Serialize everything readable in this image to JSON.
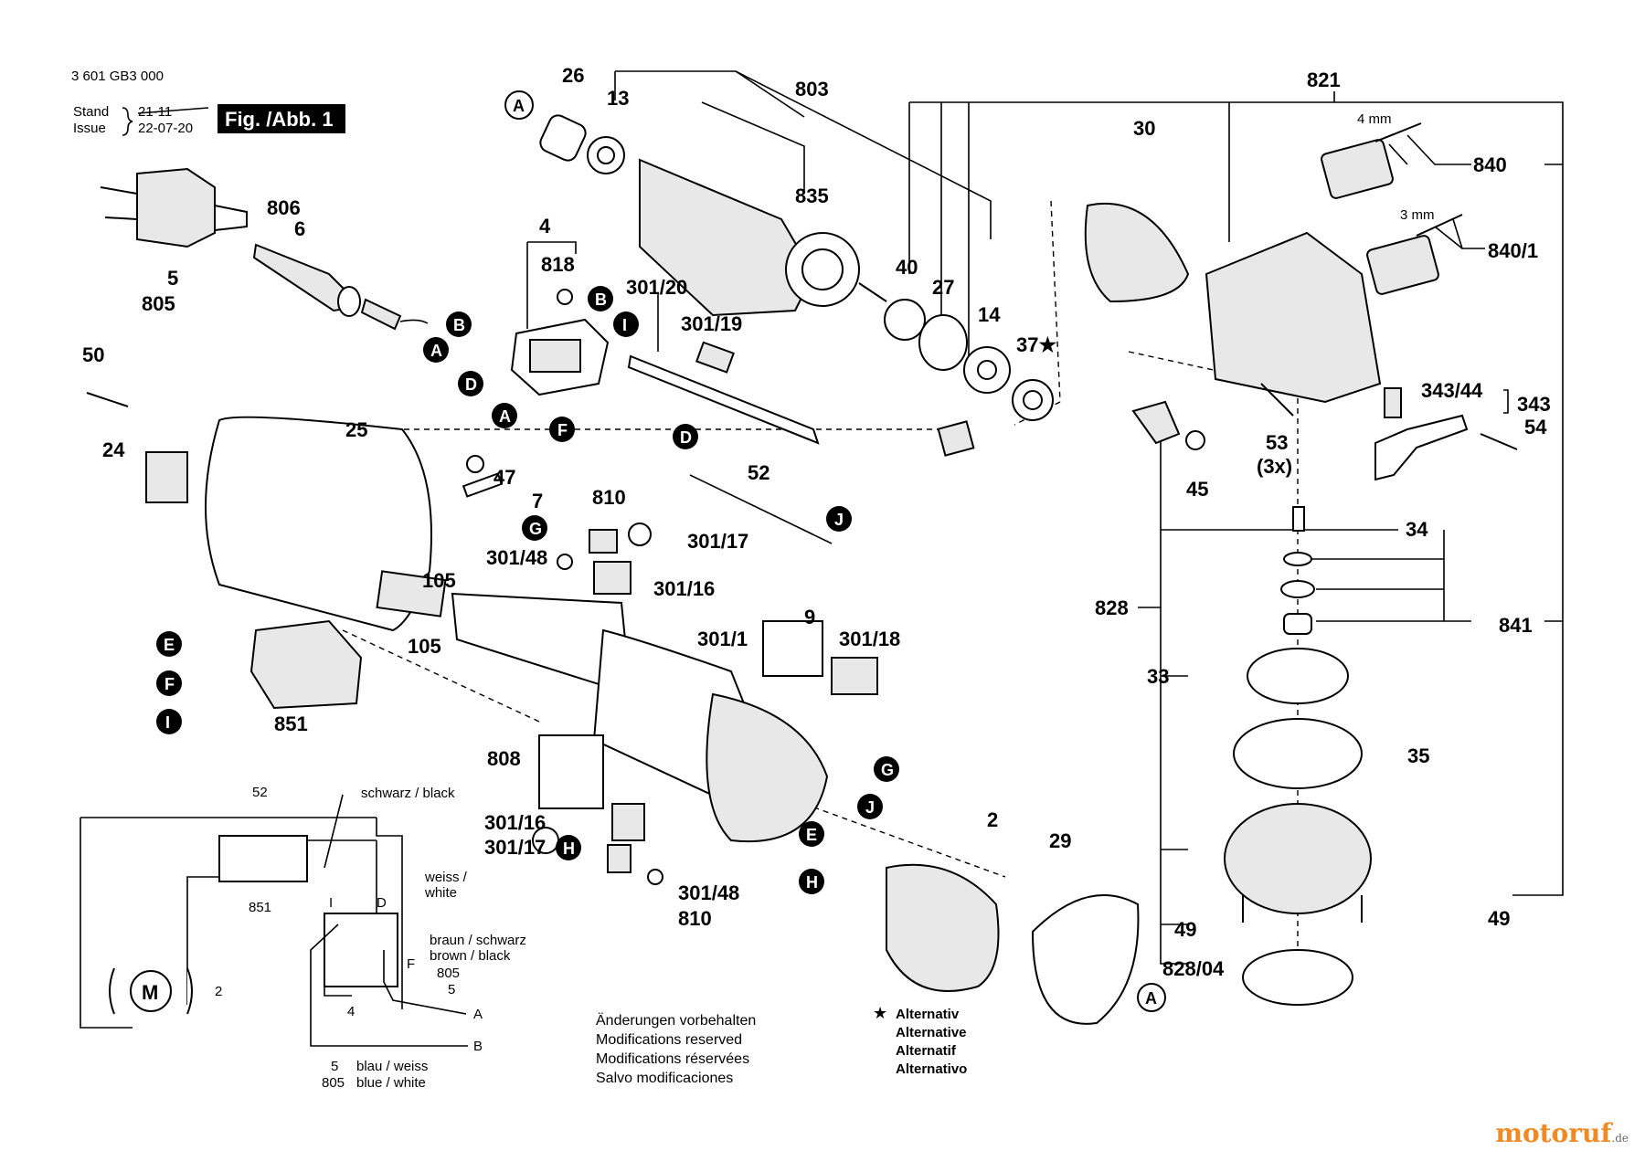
{
  "header": {
    "doc_number": "3 601 GB3 000",
    "stand_label": "Stand",
    "issue_label": "Issue",
    "stand_value": "21-11",
    "issue_value": "22-07-20",
    "fig_label": "Fig. /Abb. 1"
  },
  "callouts": {
    "c26": "26",
    "c13": "13",
    "c803": "803",
    "c835": "835",
    "c821": "821",
    "c30": "30",
    "c840": "840",
    "c840_1": "840/1",
    "c4mm": "4 mm",
    "c3mm": "3 mm",
    "c806": "806",
    "c6": "6",
    "c5a": "5",
    "c805a": "805",
    "c4": "4",
    "c818": "818",
    "c301_20": "301/20",
    "c301_19": "301/19",
    "c40": "40",
    "c27": "27",
    "c14": "14",
    "c37": "37★",
    "c50": "50",
    "c24": "24",
    "c25": "25",
    "c343_44": "343/44",
    "c343": "343",
    "c54": "54",
    "c53": "53",
    "c3x": "(3x)",
    "c45": "45",
    "c52": "52",
    "c47": "47",
    "c7": "7",
    "c810a": "810",
    "c301_17a": "301/17",
    "c301_48a": "301/48",
    "c301_16a": "301/16",
    "c105a": "105",
    "c105b": "105",
    "c34": "34",
    "c828": "828",
    "c841": "841",
    "c33": "33",
    "c35": "35",
    "c9": "9",
    "c301_18": "301/18",
    "c301_1": "301/1",
    "c851": "851",
    "c808": "808",
    "c301_16b": "301/16",
    "c301_17b": "301/17",
    "c301_48b": "301/48",
    "c810b": "810",
    "c2": "2",
    "c29": "29",
    "c49a": "49",
    "c49b": "49",
    "c828_04": "828/04"
  },
  "connector_letters": {
    "A1": "A",
    "B1": "B",
    "A2": "A",
    "D1": "D",
    "B2": "B",
    "I1": "I",
    "A3": "A",
    "F1": "F",
    "D2": "D",
    "J1": "J",
    "G1": "G",
    "E1": "E",
    "F2": "F",
    "I2": "I",
    "H1": "H",
    "G2": "G",
    "J2": "J",
    "E2": "E",
    "H2": "H",
    "A4": "A"
  },
  "wiring": {
    "w52": "52",
    "black": "schwarz / black",
    "white1": "weiss /",
    "white2": "white",
    "w851": "851",
    "wI": "I",
    "wD": "D",
    "wF": "F",
    "brown1": "braun / schwarz",
    "brown2": "brown / black",
    "w805a": "805",
    "w5a": "5",
    "w4": "4",
    "wA": "A",
    "wB": "B",
    "w5b": "5",
    "w805b": "805",
    "blue1": "blau / weiss",
    "blue2": "blue / white",
    "motor": "M",
    "w2": "2"
  },
  "notes": {
    "mod1": "Änderungen vorbehalten",
    "mod2": "Modifications reserved",
    "mod3": "Modifications réservées",
    "mod4": "Salvo modificaciones",
    "alt_star": "★",
    "alt1": "Alternativ",
    "alt2": "Alternative",
    "alt3": "Alternatif",
    "alt4": "Alternativo"
  },
  "watermark": {
    "brand": "motoruf",
    "tld": ".de"
  }
}
